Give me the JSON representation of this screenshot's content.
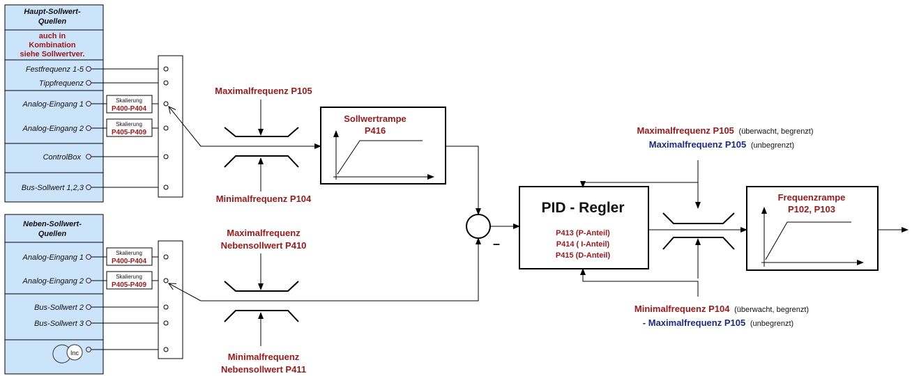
{
  "main_sources": {
    "title": [
      "Haupt-Sollwert-",
      "Quellen"
    ],
    "note": [
      "auch in",
      "Kombination",
      "siehe Sollwertver."
    ],
    "items": [
      "Festfrequenz 1-5",
      "Tippfrequenz",
      "Analog-Eingang 1",
      "Analog-Eingang 2",
      "ControlBox",
      "Bus-Sollwert 1,2,3"
    ]
  },
  "aux_sources": {
    "title": [
      "Neben-Sollwert-",
      "Quellen"
    ],
    "items": [
      "Analog-Eingang 1",
      "Analog-Eingang 2",
      "Bus-Sollwert 2",
      "Bus-Sollwert 3"
    ],
    "inc_label": "Inc"
  },
  "scaling": [
    {
      "label": "Skalierung",
      "params": "P400-P404"
    },
    {
      "label": "Skalierung",
      "params": "P405-P409"
    },
    {
      "label": "Skalierung",
      "params": "P400-P404"
    },
    {
      "label": "Skalierung",
      "params": "P405-P409"
    }
  ],
  "limits_main": {
    "max": "Maximalfrequenz P105",
    "min": "Minimalfrequenz P104"
  },
  "limits_aux": {
    "max": [
      "Maximalfrequenz",
      "Nebensollwert P410"
    ],
    "min": [
      "Minimalfrequenz",
      "Nebensollwert P411"
    ]
  },
  "ramp1": {
    "title": [
      "Sollwertrampe",
      "P416"
    ]
  },
  "pid": {
    "title": "PID - Regler",
    "params": [
      "P413 (P-Anteil)",
      "P414 ( I-Anteil)",
      "P415 (D-Anteil)"
    ]
  },
  "pid_limits_top": {
    "line1_bold": "Maximalfrequenz P105",
    "line1_note": "(überwacht, begrenzt)",
    "line2_bold": "Maximalfrequenz P105",
    "line2_note": "(unbegrenzt)"
  },
  "pid_limits_bottom": {
    "line1_bold": "Minimalfrequenz P104",
    "line1_note": "(überwacht, begrenzt)",
    "line2_bold": "- Maximalfrequenz P105",
    "line2_note": "(unbegrenzt)"
  },
  "ramp2": {
    "title": [
      "Frequenzrampe",
      "P102, P103"
    ]
  },
  "summing": {
    "minus": "–"
  },
  "colors": {
    "panel": "#cce4fa",
    "red": "#a01818",
    "blue": "#1a2a8a"
  }
}
